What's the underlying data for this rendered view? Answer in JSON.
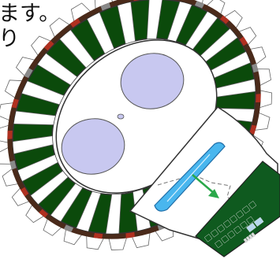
{
  "caption": {
    "line1": "ます。",
    "line2": "り"
  },
  "colors": {
    "ring_green": "#0b4a0b",
    "spoke_white": "#ffffff",
    "outline": "#333333",
    "hull_brown": "#4a2a1a",
    "wedge_red": "#b03020",
    "wedge_grey": "#8a8a8a",
    "tab_white": "#ffffff",
    "pool_lavender": "#c8c8f0",
    "water_blue": "#49b6ee",
    "arrow_green": "#2aa84a",
    "dock_green": "#0f5a1f",
    "dock_panel": "#b8d8ee"
  },
  "diagram": {
    "spoke_count": 24,
    "tab_count": 34,
    "pools": 2
  }
}
